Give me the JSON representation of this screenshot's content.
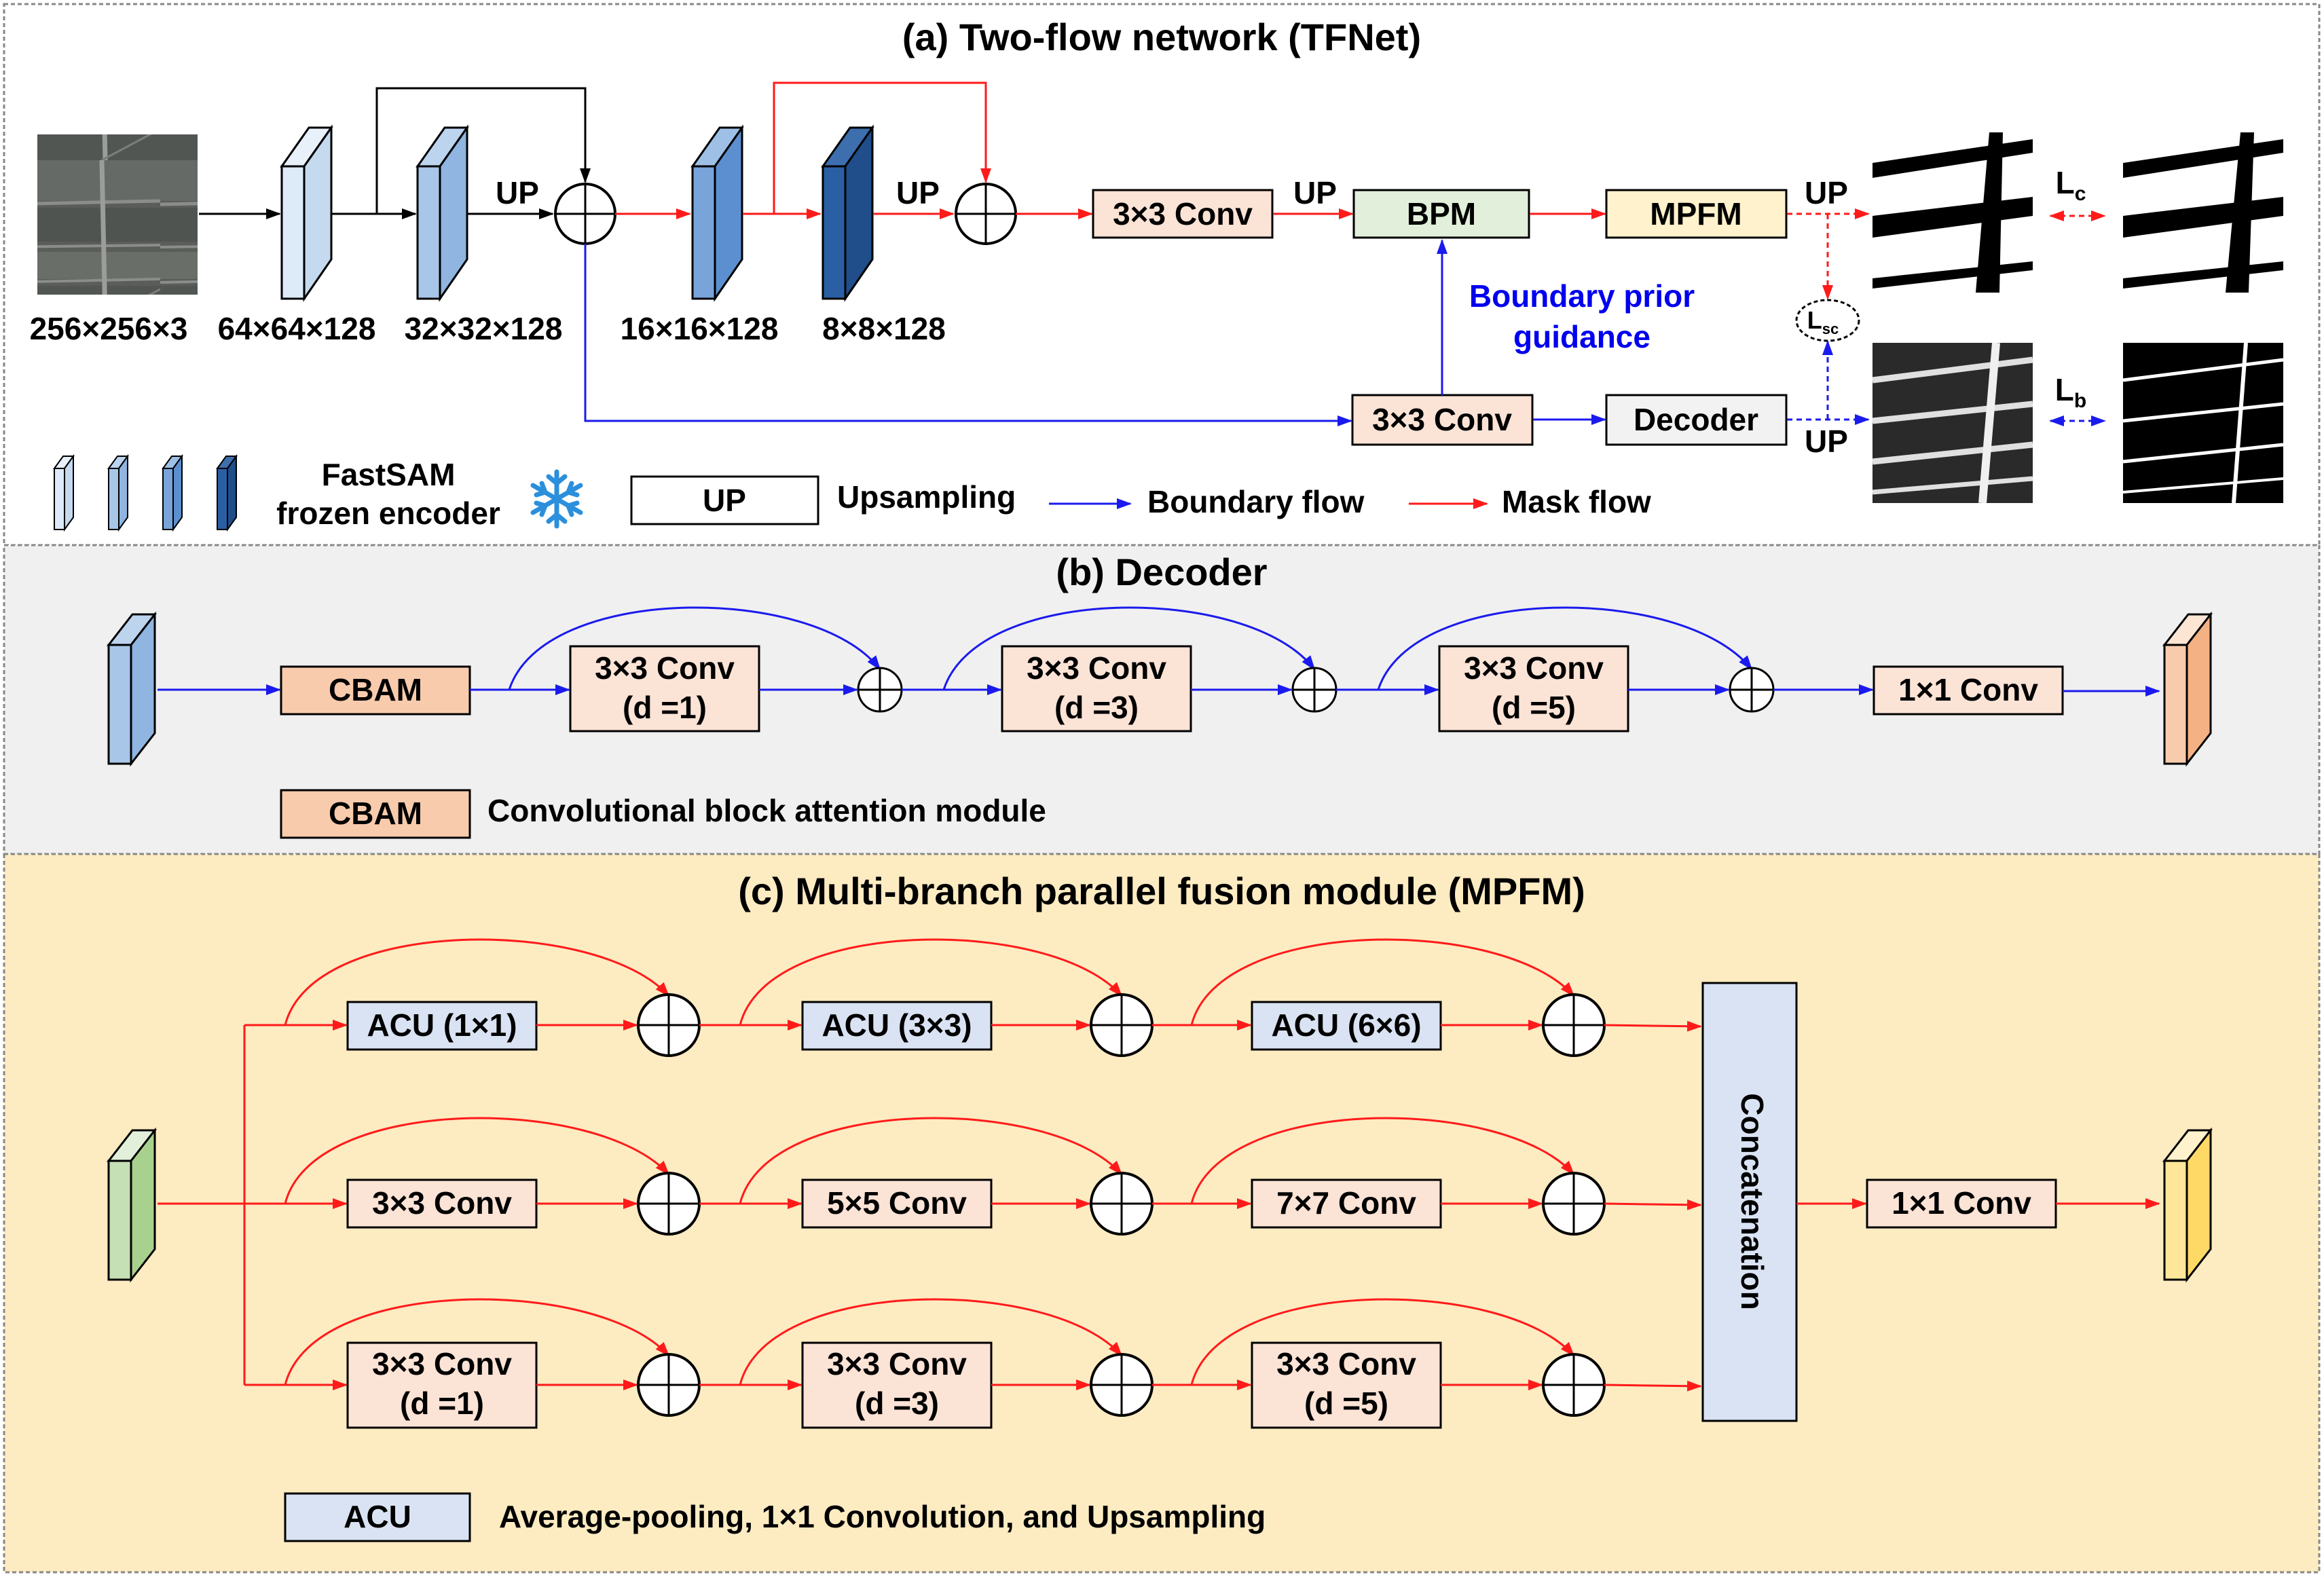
{
  "colors": {
    "mask_flow": "#ff1a1a",
    "boundary_flow": "#1a1aee",
    "panel_b_bg": "#f0f0f0",
    "panel_c_bg": "#fdebc2",
    "conv_fill": "#fbe3d6",
    "bpm_fill": "#e2efda",
    "mpfm_fill": "#fff2cc",
    "decoder_fill": "#f2f2f2",
    "cbam_fill": "#f8cbad",
    "acu_fill": "#dae3f3",
    "concat_fill": "#dae3f3"
  },
  "panel_a": {
    "title": "(a) Two-flow network (TFNet)",
    "input_label": "256×256×3",
    "feature_labels": [
      "64×64×128",
      "32×32×128",
      "16×16×128",
      "8×8×128"
    ],
    "up_label": "UP",
    "conv_box": "3×3 Conv",
    "bpm_box": "BPM",
    "mpfm_box": "MPFM",
    "decoder_box": "Decoder",
    "boundary_prior_line1": "Boundary prior",
    "boundary_prior_line2": "guidance",
    "loss_c": "L",
    "loss_c_sub": "c",
    "loss_b": "L",
    "loss_b_sub": "b",
    "loss_sc": "L",
    "loss_sc_sub": "sc",
    "legend": {
      "encoder_line1": "FastSAM",
      "encoder_line2": "frozen encoder",
      "snowflake_icon": "snowflake-icon",
      "up_box": "UP",
      "up_desc": "Upsampling",
      "boundary_flow": "Boundary flow",
      "mask_flow": "Mask flow"
    }
  },
  "panel_b": {
    "title": "(b) Decoder",
    "cbam": "CBAM",
    "conv1_line1": "3×3 Conv",
    "conv1_line2": "(d =1)",
    "conv2_line1": "3×3 Conv",
    "conv2_line2": "(d =3)",
    "conv3_line1": "3×3 Conv",
    "conv3_line2": "(d =5)",
    "final_conv": "1×1 Conv",
    "legend_box": "CBAM",
    "legend_desc": "Convolutional block attention module"
  },
  "panel_c": {
    "title": "(c) Multi-branch parallel fusion module (MPFM)",
    "row1": [
      "ACU (1×1)",
      "ACU (3×3)",
      "ACU (6×6)"
    ],
    "row2": [
      "3×3 Conv",
      "5×5 Conv",
      "7×7 Conv"
    ],
    "row3_line1": [
      "3×3 Conv",
      "3×3 Conv",
      "3×3 Conv"
    ],
    "row3_line2": [
      "(d =1)",
      "(d =3)",
      "(d =5)"
    ],
    "concat": "Concatenation",
    "final_conv": "1×1 Conv",
    "legend_box": "ACU",
    "legend_desc": "Average-pooling, 1×1 Convolution, and Upsampling"
  }
}
